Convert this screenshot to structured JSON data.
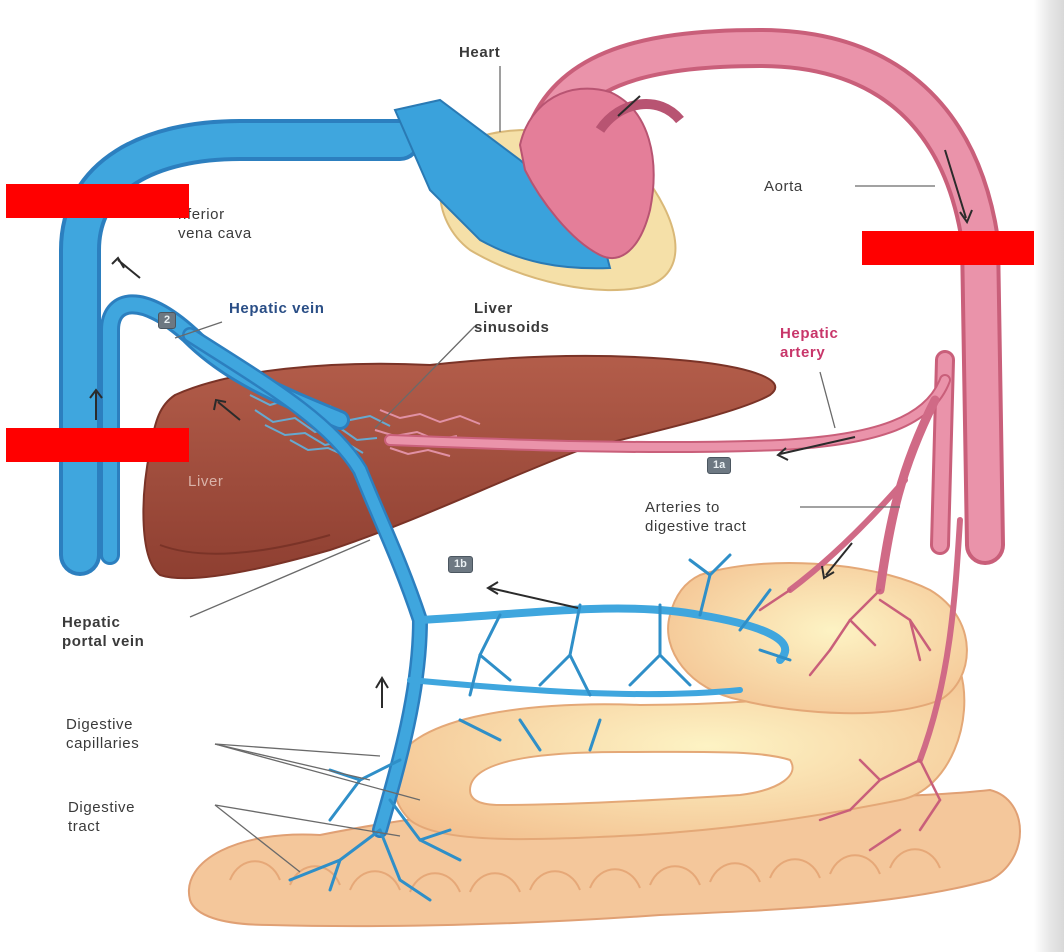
{
  "labels": {
    "heart": "Heart",
    "inferior_vena_cava": "nferior\nvena cava",
    "aorta": "Aorta",
    "hepatic_vein": "Hepatic vein",
    "liver_sinusoids": "Liver\nsinusoids",
    "hepatic_artery": "Hepatic\nartery",
    "liver": "Liver",
    "arteries_to_digestive_tract": "Arteries to\ndigestive tract",
    "hepatic_portal_vein": "Hepatic\nportal vein",
    "digestive_capillaries": "Digestive\ncapillaries",
    "digestive_tract": "Digestive\ntract"
  },
  "step_badges": {
    "step_2": "2",
    "step_1a": "1a",
    "step_1b": "1b"
  },
  "colors": {
    "vein_blue": "#3a9fd9",
    "artery_pink": "#e07c96",
    "liver_brown": "#a6503e",
    "tract_tan": "#f6cfa2",
    "redaction": "#ff0000"
  }
}
